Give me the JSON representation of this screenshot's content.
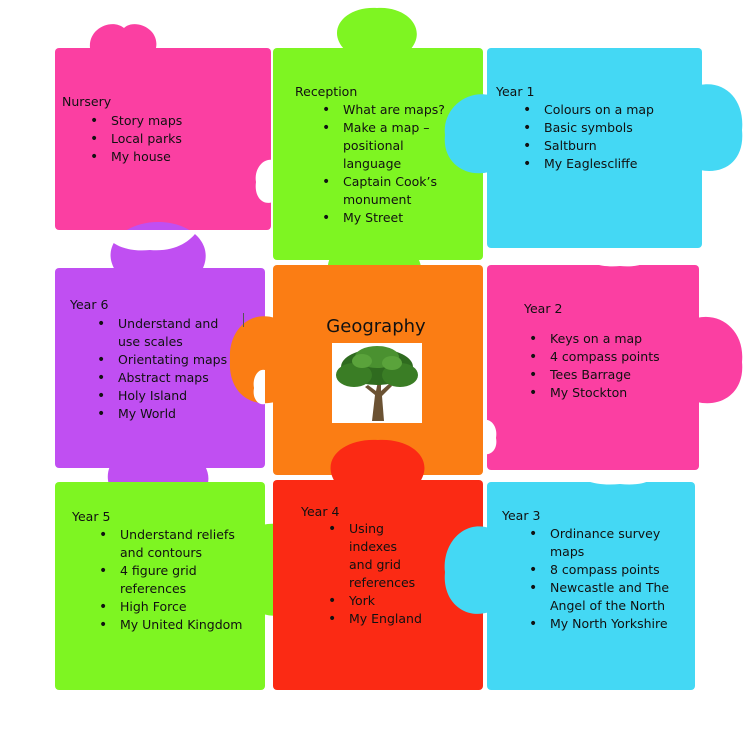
{
  "colors": {
    "pink": "#fb3fa2",
    "green": "#7ef522",
    "blue": "#44d8f4",
    "purple": "#c04ff2",
    "orange": "#fb7d14",
    "red": "#fb2a14"
  },
  "center": {
    "title": "Geography",
    "icon": "tree-icon"
  },
  "pieces": [
    {
      "id": "nursery",
      "color": "pink",
      "label": "Nursery",
      "items": [
        "Story maps",
        "Local parks",
        "My house"
      ]
    },
    {
      "id": "reception",
      "color": "green",
      "label": "Reception",
      "items": [
        "What are maps?",
        "Make a map – positional language",
        "Captain Cook’s monument",
        "My Street"
      ]
    },
    {
      "id": "year1",
      "color": "blue",
      "label": "Year 1",
      "items": [
        "Colours on a map",
        "Basic symbols",
        "Saltburn",
        "My Eaglescliffe"
      ]
    },
    {
      "id": "year6",
      "color": "purple",
      "label": "Year 6",
      "items": [
        "Understand and use scales",
        "Orientating maps",
        "Abstract maps",
        "Holy Island",
        "My World"
      ]
    },
    {
      "id": "year2",
      "color": "pink",
      "label": "Year 2",
      "items": [
        "Keys on a map",
        "4 compass points",
        "Tees Barrage",
        "My Stockton"
      ]
    },
    {
      "id": "year5",
      "color": "green",
      "label": "Year 5",
      "items": [
        "Understand reliefs and contours",
        "4 figure grid references",
        "High Force",
        "My United Kingdom"
      ]
    },
    {
      "id": "year4",
      "color": "red",
      "label": "Year 4",
      "items": [
        "Using indexes and grid references",
        "York",
        "My England"
      ]
    },
    {
      "id": "year3",
      "color": "blue",
      "label": "Year 3",
      "items": [
        "Ordinance survey maps",
        "8 compass points",
        "Newcastle and The Angel of the North",
        "My North Yorkshire"
      ]
    }
  ]
}
